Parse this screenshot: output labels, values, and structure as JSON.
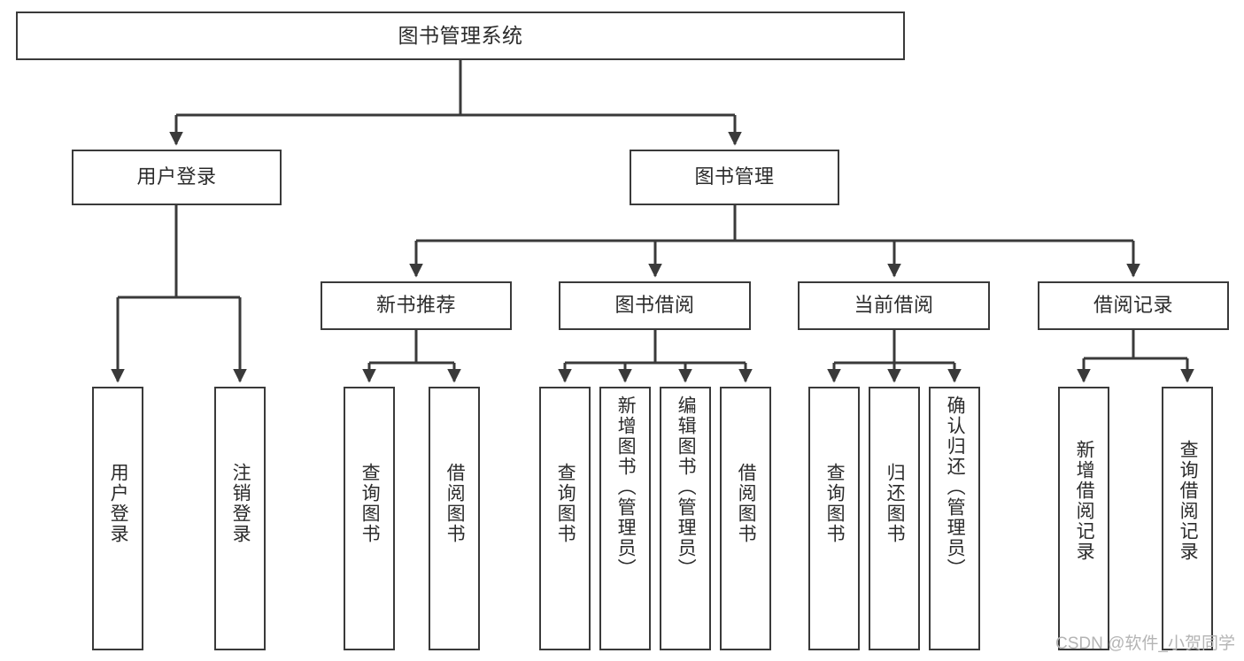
{
  "diagram": {
    "type": "tree-hierarchy-flowchart",
    "title": "图书管理系统",
    "colors": {
      "box_border": "#3a3a3a",
      "box_fill": "#ffffff",
      "edge": "#3a3a3a",
      "text": "#2b2b2b",
      "watermark": "#b4b4b4",
      "background": "#ffffff"
    },
    "nodes": {
      "root": {
        "label": "图书管理系统"
      },
      "level2": [
        {
          "id": "user-login",
          "label": "用户登录"
        },
        {
          "id": "book-management",
          "label": "图书管理"
        }
      ],
      "level3": [
        {
          "id": "new-book-recommend",
          "label": "新书推荐"
        },
        {
          "id": "book-borrow",
          "label": "图书借阅"
        },
        {
          "id": "current-borrow",
          "label": "当前借阅"
        },
        {
          "id": "borrow-record",
          "label": "借阅记录"
        }
      ],
      "leaves": {
        "user-login": [
          {
            "id": "leaf-user-login",
            "label": "用户登录"
          },
          {
            "id": "leaf-user-logout",
            "label": "注销登录"
          }
        ],
        "new-book-recommend": [
          {
            "id": "leaf-query-book-1",
            "label": "查询图书"
          },
          {
            "id": "leaf-borrow-book-1",
            "label": "借阅图书"
          }
        ],
        "book-borrow": [
          {
            "id": "leaf-query-book-2",
            "label": "查询图书"
          },
          {
            "id": "leaf-add-book",
            "label": "新增图书（管理员）"
          },
          {
            "id": "leaf-edit-book",
            "label": "编辑图书（管理员）"
          },
          {
            "id": "leaf-borrow-book-2",
            "label": "借阅图书"
          }
        ],
        "current-borrow": [
          {
            "id": "leaf-query-book-3",
            "label": "查询图书"
          },
          {
            "id": "leaf-return-book",
            "label": "归还图书"
          },
          {
            "id": "leaf-confirm-return",
            "label": "确认归还（管理员）"
          }
        ],
        "borrow-record": [
          {
            "id": "leaf-add-record",
            "label": "新增借阅记录"
          },
          {
            "id": "leaf-query-record",
            "label": "查询借阅记录"
          }
        ]
      }
    },
    "watermark": "CSDN @软件_小贺同学"
  }
}
